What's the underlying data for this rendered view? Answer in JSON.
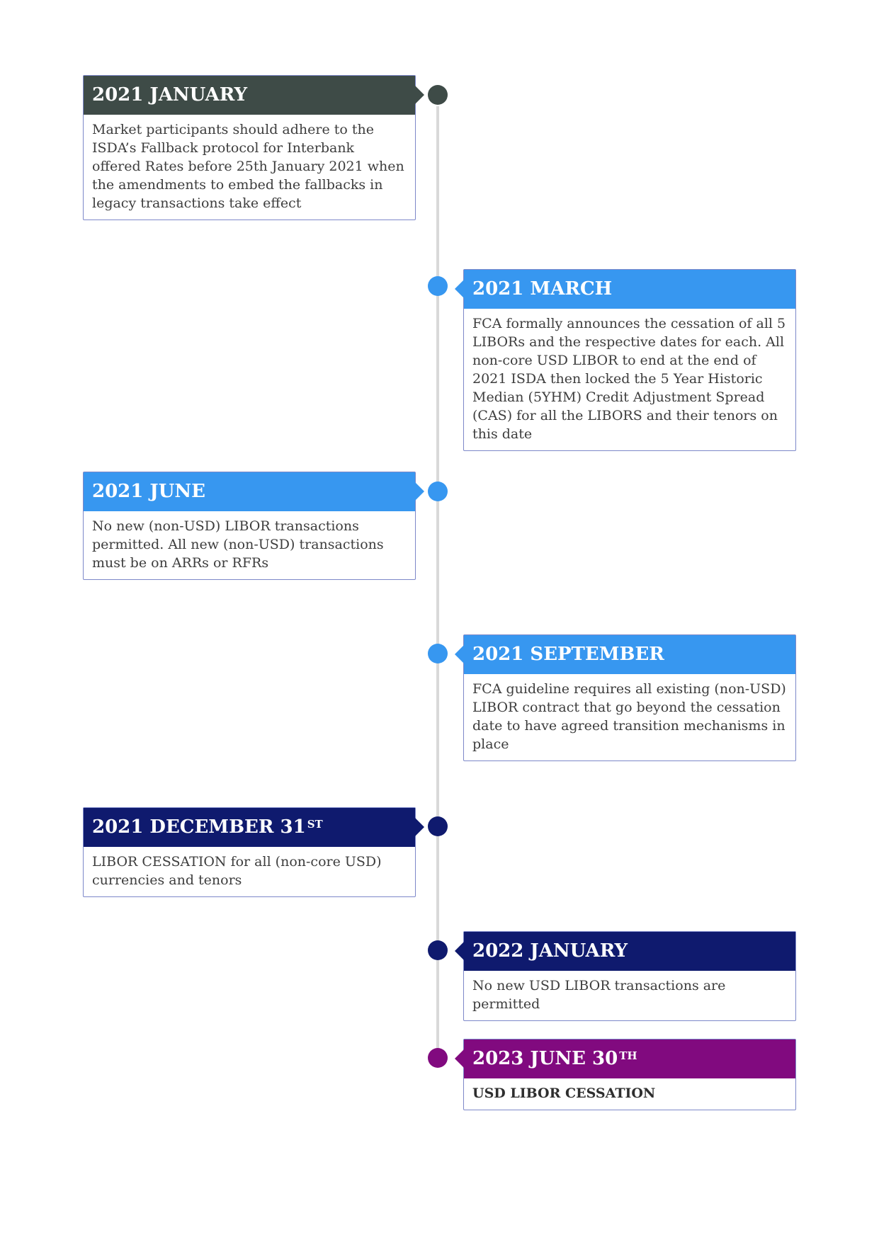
{
  "colors": {
    "dark_gray": "#3e4b47",
    "bright_blue": "#3797f0",
    "navy": "#0f1a6e",
    "purple": "#810a7f",
    "spine": "#d9d9d9"
  },
  "events": [
    {
      "title": "2021 JANUARY",
      "title_sup": "",
      "body": "Market participants should adhere to the ISDA’s Fallback protocol for Interbank offered Rates before 25th January 2021 when the amendments to embed the fallbacks in legacy transactions take effect"
    },
    {
      "title": "2021 MARCH",
      "title_sup": "",
      "body": "FCA formally announces the cessation of all 5 LIBORs and the respective dates for each. All non-core USD LIBOR to end at the end of 2021 ISDA then locked the 5 Year Historic Median (5YHM) Credit Adjustment Spread (CAS) for all the LIBORS and their tenors on this date"
    },
    {
      "title": "2021 JUNE",
      "title_sup": "",
      "body": "No new (non-USD) LIBOR transactions permitted. All new (non-USD) transactions must be on ARRs or RFRs"
    },
    {
      "title": "2021 SEPTEMBER",
      "title_sup": "",
      "body": "FCA guideline requires all existing (non-USD) LIBOR contract that go beyond the cessation date to have agreed transition mechanisms in place"
    },
    {
      "title": "2021 DECEMBER 31",
      "title_sup": "ST",
      "body": "LIBOR CESSATION for all (non-core USD) currencies and tenors"
    },
    {
      "title": "2022 JANUARY",
      "title_sup": "",
      "body": "No new USD LIBOR transactions are permitted"
    },
    {
      "title": "2023 JUNE 30",
      "title_sup": "TH",
      "body": "USD LIBOR CESSATION"
    }
  ]
}
